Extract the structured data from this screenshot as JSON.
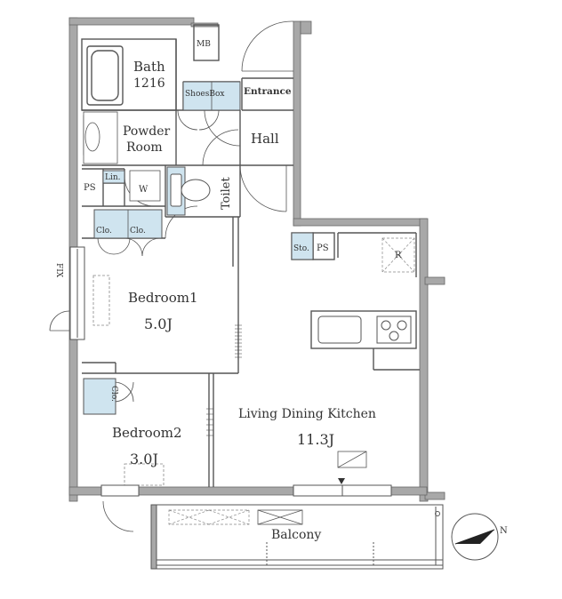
{
  "rooms": {
    "bath": "Bath",
    "bath_size": "1216",
    "mb": "MB",
    "shoes_box": "ShoesBox",
    "entrance": "Entrance",
    "powder_room_1": "Powder",
    "powder_room_2": "Room",
    "hall": "Hall",
    "ps_left": "PS",
    "lin": "Lin.",
    "washer": "W",
    "toilet": "Toilet",
    "clo_1": "Clo.",
    "clo_2": "Clo.",
    "sto": "Sto.",
    "ps_right": "PS",
    "refrigerator": "R",
    "fix": "FIX",
    "bedroom1": "Bedroom1",
    "bedroom1_size": "5.0J",
    "clo_3": "Clo.",
    "bedroom2": "Bedroom2",
    "bedroom2_size": "3.0J",
    "ldk": "Living Dining Kitchen",
    "ldk_size": "11.3J",
    "balcony": "Balcony"
  },
  "compass": {
    "north": "N"
  },
  "colors": {
    "wall": "#9a9a9a",
    "line": "#555555",
    "storage": "#cfe4ef"
  }
}
